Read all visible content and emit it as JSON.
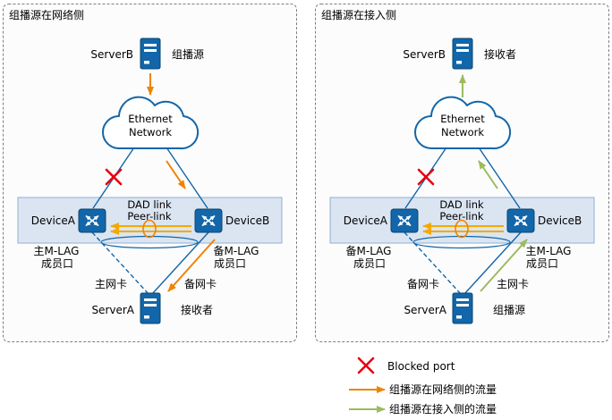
{
  "panels": [
    {
      "title": "组播源在网络侧",
      "top_server": {
        "label": "ServerB",
        "role": "组播源"
      },
      "cloud": {
        "line1": "Ethernet",
        "line2": "Network"
      },
      "dad_link": "DAD link",
      "peer_link": "Peer-link",
      "device_left": {
        "label": "DeviceA",
        "mlag": "主M-LAG",
        "port": "成员口"
      },
      "device_right": {
        "label": "DeviceB",
        "mlag": "备M-LAG",
        "port": "成员口"
      },
      "bottom_server": {
        "label": "ServerA",
        "role": "接收者",
        "nic_left": "主网卡",
        "nic_right": "备网卡"
      }
    },
    {
      "title": "组播源在接入侧",
      "top_server": {
        "label": "ServerB",
        "role": "接收者"
      },
      "cloud": {
        "line1": "Ethernet",
        "line2": "Network"
      },
      "dad_link": "DAD link",
      "peer_link": "Peer-link",
      "device_left": {
        "label": "DeviceA",
        "mlag": "备M-LAG",
        "port": "成员口"
      },
      "device_right": {
        "label": "DeviceB",
        "mlag": "主M-LAG",
        "port": "成员口"
      },
      "bottom_server": {
        "label": "ServerA",
        "role": "组播源",
        "nic_left": "备网卡",
        "nic_right": "主网卡"
      }
    }
  ],
  "legend": {
    "blocked_port": "Blocked port",
    "network_side_traffic": "组播源在网络侧的流量",
    "access_side_traffic": "组播源在接入侧的流量"
  },
  "colors": {
    "device_blue": "#1266A9",
    "traffic_orange": "#F08300",
    "traffic_green": "#9CBB5E",
    "peer_link_yellow": "#F5A800",
    "blocked_red": "#E60012",
    "dad_box_fill": "#DBE5F1"
  }
}
